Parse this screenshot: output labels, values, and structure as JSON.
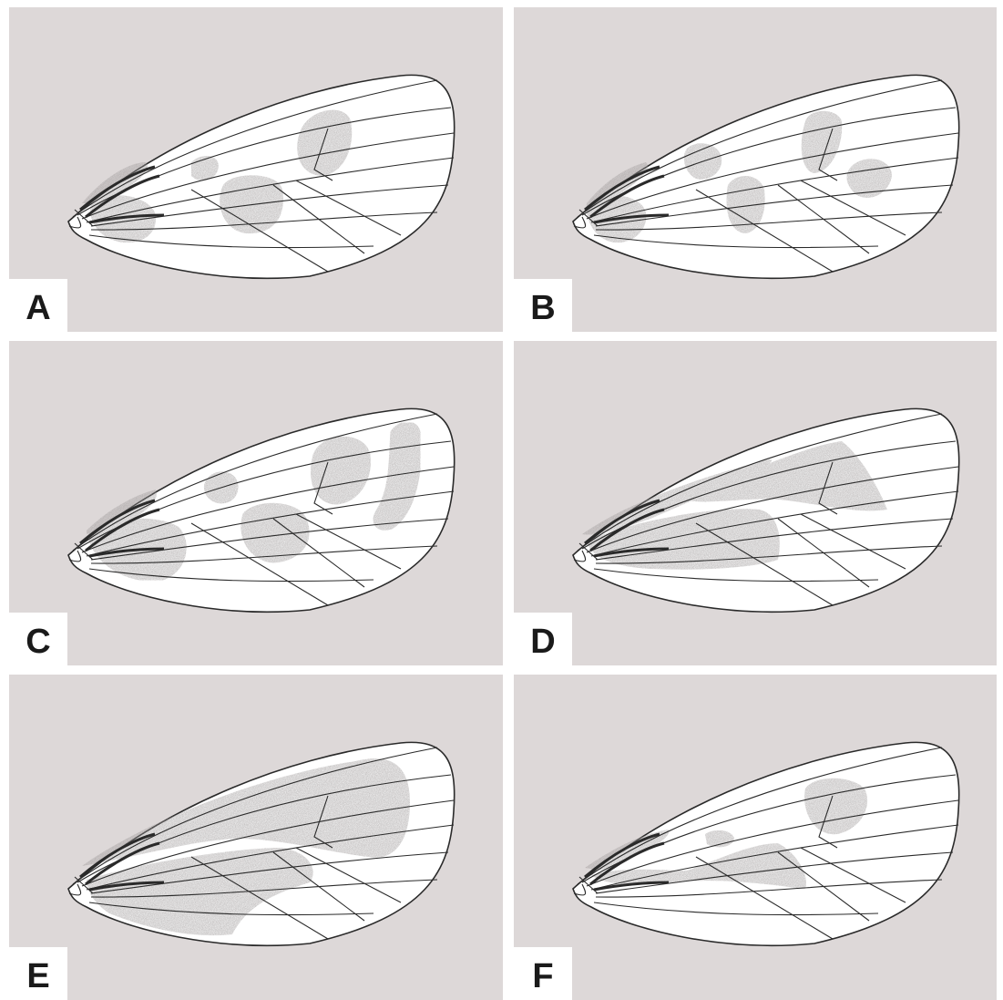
{
  "figure": {
    "background": "#ffffff",
    "panel_color": "#ddd8d8",
    "spot_color": "#8c8484",
    "vein_color": "#2a2a2a",
    "panels": [
      {
        "id": "A",
        "label": "A"
      },
      {
        "id": "B",
        "label": "B"
      },
      {
        "id": "C",
        "label": "C"
      },
      {
        "id": "D",
        "label": "D"
      },
      {
        "id": "E",
        "label": "E"
      },
      {
        "id": "F",
        "label": "F"
      }
    ]
  }
}
